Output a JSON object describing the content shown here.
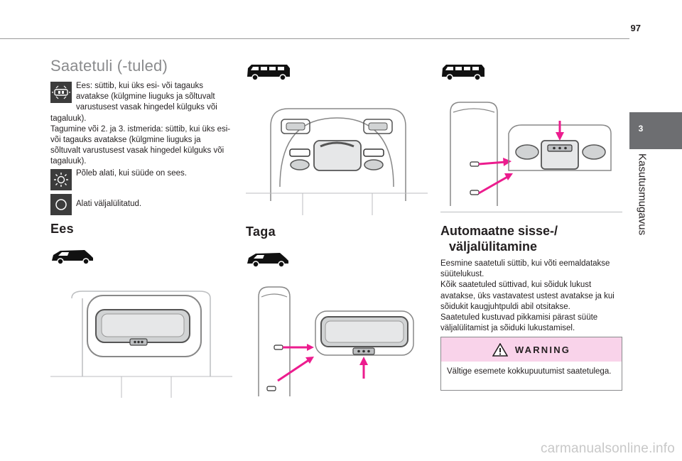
{
  "page": {
    "number": "97"
  },
  "chapter": {
    "number": "3",
    "title": "Kasutusmugavus"
  },
  "saatetuli": {
    "title": "Saatetuli (-tuled)",
    "door_mode_text": "Ees: süttib, kui üks esi- või tagauks avatakse (külgmine liuguks ja sõltuvalt varustusest vasak hingedel külguks või tagaluuk).",
    "rear_text": "Tagumine või 2. ja 3. istmerida: süttib, kui üks esi- või tagauks avatakse (külgmine liuguks ja sõltuvalt varustusest vasak hingedel külguks või tagaluuk).",
    "on_text": "Põleb alati, kui süüde on sees.",
    "off_text": "Alati väljalülitatud.",
    "icons": [
      "door-mode-icon",
      "lamp-on-icon",
      "lamp-off-icon"
    ]
  },
  "ees": {
    "title": "Ees"
  },
  "taga": {
    "title": "Taga"
  },
  "auto": {
    "title_line1": "Automaatne sisse-/",
    "title_line2": "väljalülitamine",
    "para1": "Eesmine saatetuli süttib, kui võti eemaldatakse süütelukust.",
    "para2": "Kõik saatetuled süttivad, kui sõiduk lukust avatakse, üks vastavatest ustest avatakse ja kui sõidukit kaugjuhtpuldi abil otsitakse.",
    "para3": "Saatetuled kustuvad pikkamisi pärast süüte väljalülitamist ja sõiduki lukustamisel."
  },
  "warning": {
    "title": "WARNING",
    "text": "Vältige esemete kokkupuutumist saatetulega."
  },
  "colors": {
    "accent_pink": "#ec1c8e",
    "tab_grey": "#6d6e71",
    "warning_bg": "#f9d3ea",
    "title_grey": "#8a8b8d"
  },
  "watermark": "carmanualsonline.info"
}
